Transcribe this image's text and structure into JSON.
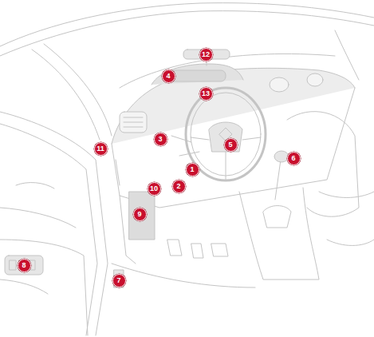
{
  "diagram": {
    "labels": [
      "12",
      "4",
      "13",
      "3",
      "5",
      "11",
      "6",
      "1",
      "2",
      "10",
      "9",
      "8",
      "7"
    ]
  }
}
